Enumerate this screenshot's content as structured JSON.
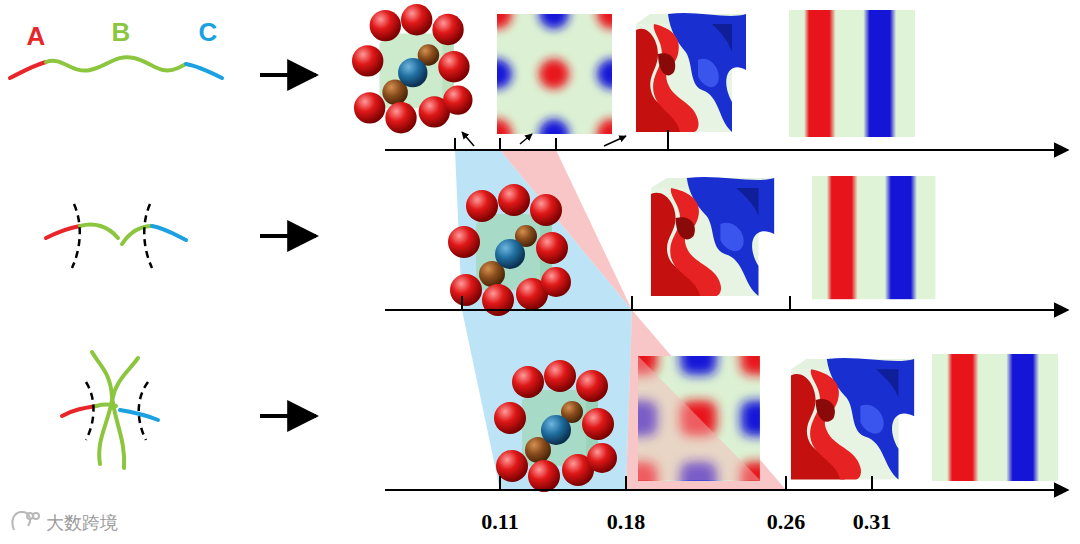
{
  "diagram": {
    "labels": [
      "A",
      "B",
      "C",
      "0.11",
      "0.18",
      "0.26",
      "0.31",
      "大数跨境"
    ]
  }
}
